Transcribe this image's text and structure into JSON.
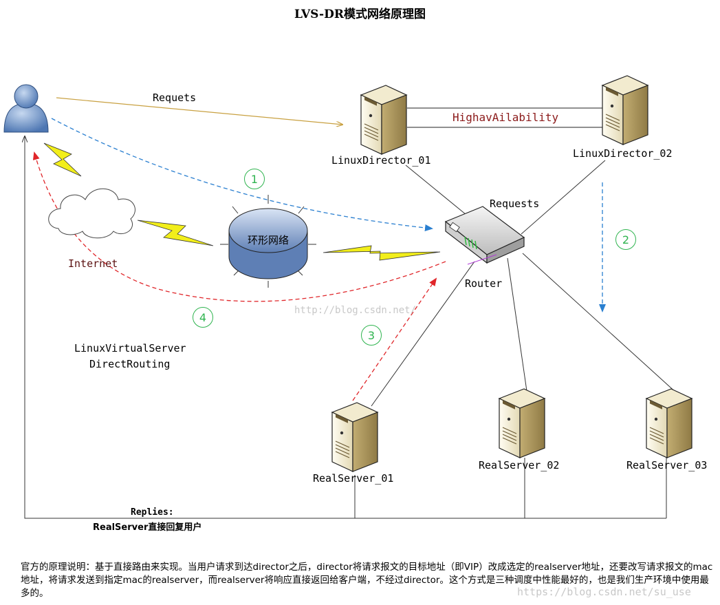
{
  "title": "LVS-DR模式网络原理图",
  "labels": {
    "requets": "Requets",
    "high_availability": "HighavAilability",
    "director_01": "LinuxDirector_01",
    "director_02": "LinuxDirector_02",
    "requests": "Requests",
    "router": "Router",
    "ring_network": "环形网络",
    "internet": "Internet",
    "lvs_line1": "LinuxVirtualServer",
    "lvs_line2": "DirectRouting",
    "realserver_01": "RealServer_01",
    "realserver_02": "RealServer_02",
    "realserver_03": "RealServer_03",
    "replies_line1": "Replies:",
    "replies_line2": "RealServer直接回复用户"
  },
  "steps": [
    "1",
    "2",
    "3",
    "4"
  ],
  "description": "官方的原理说明：基于直接路由来实现。当用户请求到达director之后，director将请求报文的目标地址（即VIP）改成选定的realserver地址，还要改写请求报文的mac地址，将请求发送到指定mac的realserver，而realserver将响应直接返回给客户端，不经过director。这个方式是三种调度中性能最好的，也是我们生产环境中使用最多的。",
  "watermarks": {
    "center": "http://blog.csdn.net/",
    "corner": "https://blog.csdn.net/su_use"
  },
  "colors": {
    "request_arrow": "#c8a040",
    "blue_dashed": "#2a7fd0",
    "red_dashed": "#e0262a",
    "step_circle": "#2fb44f",
    "high_availability_text": "#8b1a1a",
    "lightning": "#f2ee1a"
  }
}
